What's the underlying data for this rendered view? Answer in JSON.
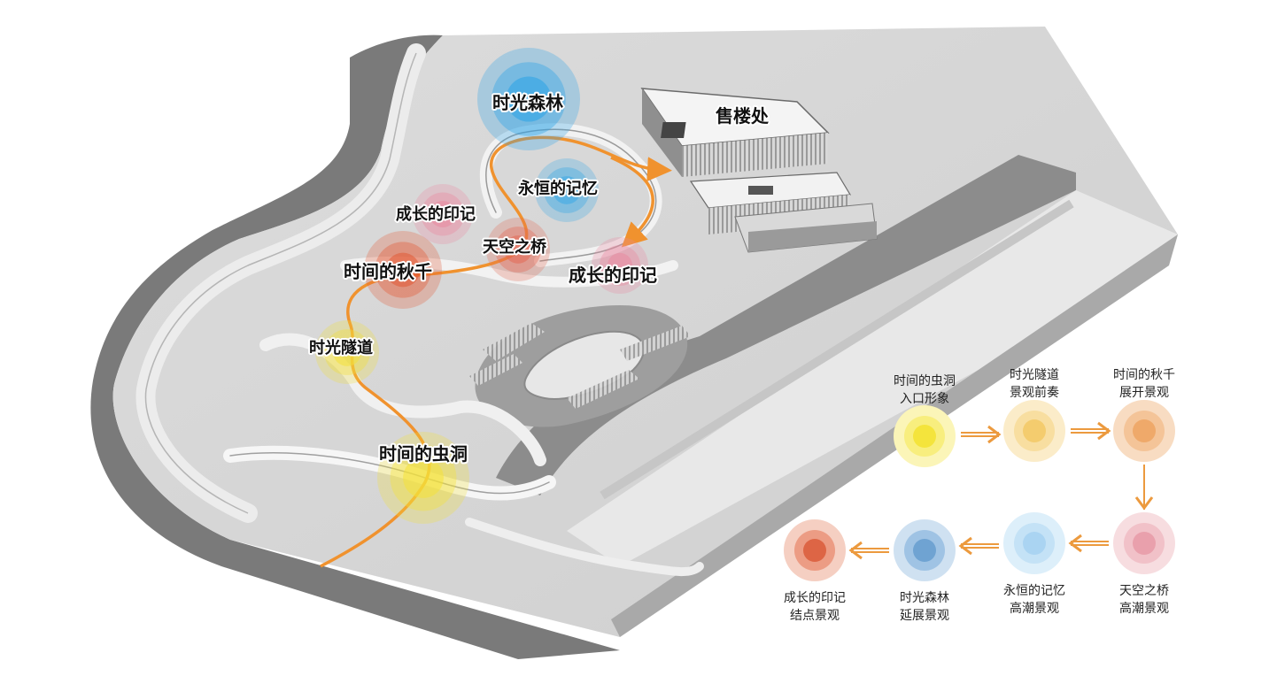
{
  "map": {
    "building_label": "售楼处",
    "nodes": [
      {
        "id": "wormhole",
        "label": "时间的虫洞",
        "color": "#f4e23a"
      },
      {
        "id": "tunnel",
        "label": "时光隧道",
        "color": "#f2e03c"
      },
      {
        "id": "swing",
        "label": "时间的秋千",
        "color": "#e25a35"
      },
      {
        "id": "bridge",
        "label": "天空之桥",
        "color": "#e46a55"
      },
      {
        "id": "mark_left",
        "label": "成长的印记",
        "color": "#e98aa0"
      },
      {
        "id": "memory",
        "label": "永恒的记忆",
        "color": "#3aa9e6"
      },
      {
        "id": "forest",
        "label": "时光森林",
        "color": "#29a3e8"
      },
      {
        "id": "mark_right",
        "label": "成长的印记",
        "color": "#e98aa0"
      }
    ],
    "path_color": "#f0922e"
  },
  "legend": {
    "arrow_color": "#ec9a3e",
    "steps": [
      {
        "line1": "时间的虫洞",
        "line2": "入口形象",
        "outer": "#fbf5b8",
        "mid": "#f8ee7e",
        "inner": "#f4e43c"
      },
      {
        "line1": "时光隧道",
        "line2": "景观前奏",
        "outer": "#fbecc9",
        "mid": "#f8dea0",
        "inner": "#f4cc6e"
      },
      {
        "line1": "时间的秋千",
        "line2": "展开景观",
        "outer": "#f8dcc2",
        "mid": "#f4c498",
        "inner": "#efa96a"
      },
      {
        "line1": "天空之桥",
        "line2": "高潮景观",
        "outer": "#f7dde0",
        "mid": "#f1c1c8",
        "inner": "#e9a0ac"
      },
      {
        "line1": "永恒的记忆",
        "line2": "高潮景观",
        "outer": "#ddeffa",
        "mid": "#c4e2f6",
        "inner": "#aad4f2"
      },
      {
        "line1": "时光森林",
        "line2": "延展景观",
        "outer": "#cfe1f1",
        "mid": "#9fc3e4",
        "inner": "#6fa3d2"
      },
      {
        "line1": "成长的印记",
        "line2": "结点景观",
        "outer": "#f5cfc2",
        "mid": "#ec9c84",
        "inner": "#dd6545"
      }
    ]
  }
}
